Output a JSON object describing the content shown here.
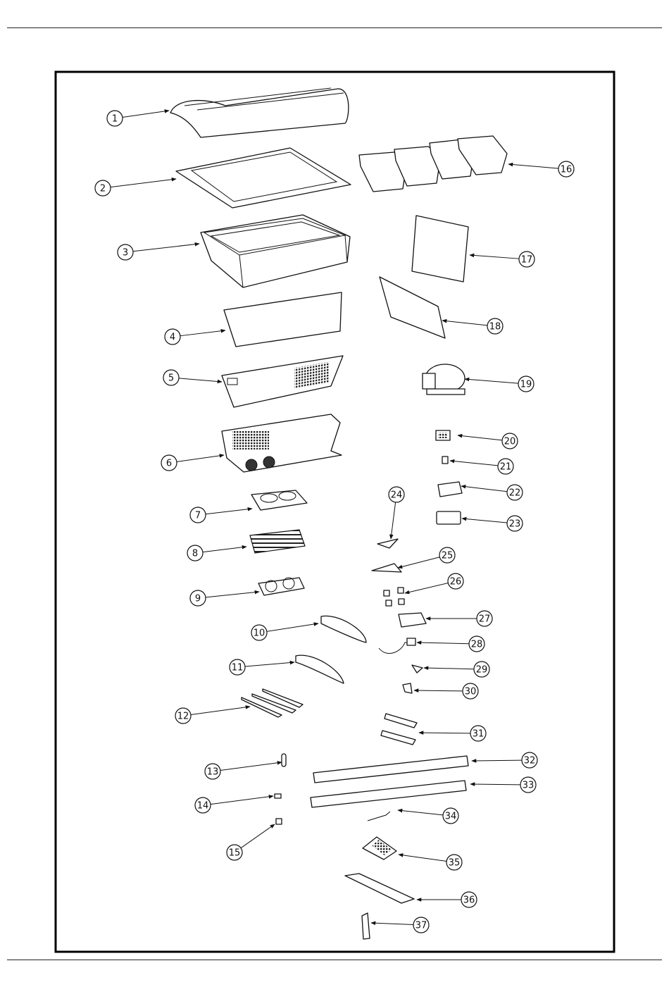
{
  "callouts": [
    {
      "n": "1"
    },
    {
      "n": "2"
    },
    {
      "n": "3"
    },
    {
      "n": "4"
    },
    {
      "n": "5"
    },
    {
      "n": "6"
    },
    {
      "n": "7"
    },
    {
      "n": "8"
    },
    {
      "n": "9"
    },
    {
      "n": "10"
    },
    {
      "n": "11"
    },
    {
      "n": "12"
    },
    {
      "n": "13"
    },
    {
      "n": "14"
    },
    {
      "n": "15"
    },
    {
      "n": "16"
    },
    {
      "n": "17"
    },
    {
      "n": "18"
    },
    {
      "n": "19"
    },
    {
      "n": "20"
    },
    {
      "n": "21"
    },
    {
      "n": "22"
    },
    {
      "n": "23"
    },
    {
      "n": "24"
    },
    {
      "n": "25"
    },
    {
      "n": "26"
    },
    {
      "n": "27"
    },
    {
      "n": "28"
    },
    {
      "n": "29"
    },
    {
      "n": "30"
    },
    {
      "n": "31"
    },
    {
      "n": "32"
    },
    {
      "n": "33"
    },
    {
      "n": "34"
    },
    {
      "n": "35"
    },
    {
      "n": "36"
    },
    {
      "n": "37"
    }
  ]
}
